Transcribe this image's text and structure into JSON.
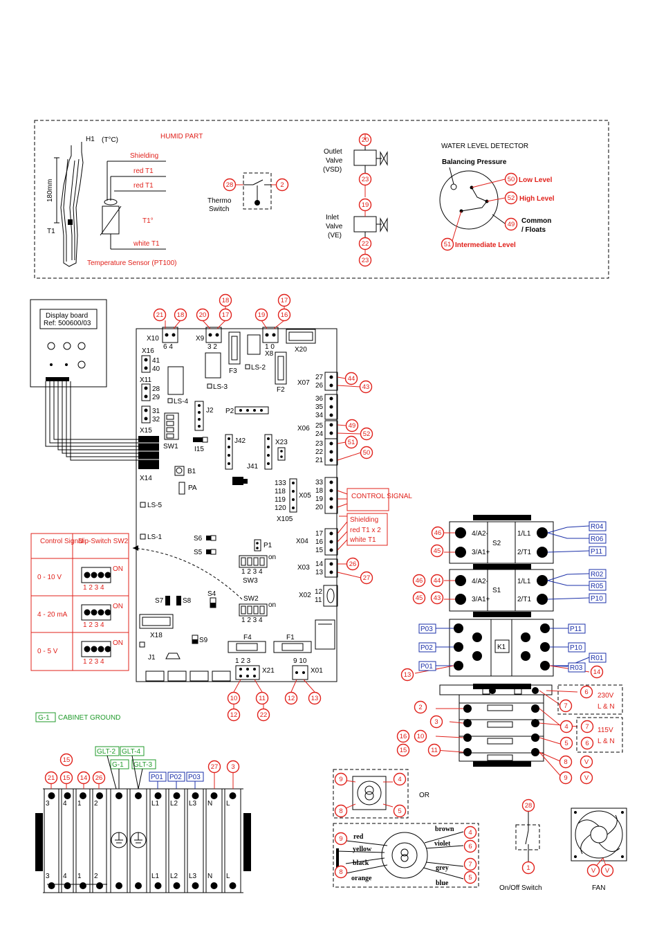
{
  "humid": {
    "title": "HUMID PART",
    "h1": "H1",
    "h1_sub": "(T°C)",
    "dim": "180mm",
    "t1": "T1",
    "t1_deg": "T1°",
    "shielding": "Shielding",
    "red_t1_a": "red T1",
    "red_t1_b": "red T1",
    "white_t1": "white T1",
    "sensor": "Temperature Sensor (PT100)",
    "thermo": "Thermo",
    "switch": "Switch",
    "outlet": "Outlet",
    "valve_a": "Valve",
    "vsd": "(VSD)",
    "inlet": "Inlet",
    "valve_b": "Valve",
    "ve": "(VE)",
    "wld": "WATER LEVEL DETECTOR",
    "balancing": "Balancing Pressure",
    "low": "Low Level",
    "high": "High Level",
    "common": "Common",
    "floats": "/ Floats",
    "intermediate": "Intermediate Level"
  },
  "board": {
    "display_a": "Display board",
    "display_b": "Ref: 500600/03",
    "labels": {
      "x10": "X10",
      "x10n": "6  4",
      "x9": "X9",
      "x9n": "3  2",
      "x8": "X8",
      "x8n": "1  0",
      "x20": "X20",
      "x16": "X16",
      "n41": "41",
      "n40": "40",
      "x11": "X11",
      "n28": "28",
      "n29": "29",
      "n31": "31",
      "n32": "32",
      "x15": "X15",
      "sw1": "SW1",
      "i15": "I15",
      "x14": "X14",
      "b1": "B1",
      "pa": "PA",
      "j2": "J2",
      "j42": "J42",
      "j41": "J41",
      "x23": "X23",
      "p2": "P2",
      "f3": "F3",
      "f2": "F2",
      "ls2": "LS-2",
      "ls3": "LS-3",
      "ls4": "LS-4",
      "ls5": "LS-5",
      "ls1": "LS-1",
      "x07": "X07",
      "n27": "27",
      "n26": "26",
      "n36": "36",
      "n35": "35",
      "n34": "34",
      "x06": "X06",
      "n25": "25",
      "n24": "24",
      "n23": "23",
      "n22": "22",
      "n21": "21",
      "n133": "133",
      "n118": "118",
      "n119": "119",
      "n120": "120",
      "x05": "X05",
      "x105": "X105",
      "n33": "33",
      "n18": "18",
      "n19": "19",
      "n20": "20",
      "x04": "X04",
      "n17": "17",
      "n16": "16",
      "n15": "15",
      "x03": "X03",
      "n14": "14",
      "n13": "13",
      "x02": "X02",
      "n12": "12",
      "n11": "11",
      "s6": "S6",
      "s5": "S5",
      "p1": "P1",
      "sw3": "SW3",
      "sw2": "SW2",
      "s4": "S4",
      "s7": "S7",
      "s8": "S8",
      "s9": "S9",
      "x18": "X18",
      "j1": "J1",
      "f4": "F4",
      "f1": "F1",
      "x21": "X21",
      "x21n": "1  2  3",
      "x01": "X01",
      "x01n": "9 10",
      "dip": "1 2 3 4",
      "on": "on"
    },
    "control_signal": "CONTROL SIGNAL",
    "shielding": "Shielding",
    "red_x2": "red T1 x 2",
    "white_t1": "white T1"
  },
  "table": {
    "h1": "Control Signal",
    "h2": "Dip-Switch SW2",
    "rows": [
      {
        "signal": "0 - 10 V",
        "on": "ON",
        "nums": "1 2 3 4"
      },
      {
        "signal": "4 - 20 mA",
        "on": "ON",
        "nums": "1 2 3 4"
      },
      {
        "signal": "0 - 5 V",
        "on": "ON",
        "nums": "1 2 3 4"
      }
    ]
  },
  "ground": {
    "tag": "G-1",
    "label": "CABINET GROUND"
  },
  "relays": {
    "s2": "S2",
    "s1": "S1",
    "a2": "4/A2-",
    "a1": "3/A1+",
    "l1": "1/L1",
    "t1": "2/T1",
    "tags": [
      "R04",
      "R06",
      "P11",
      "R02",
      "R05",
      "P10",
      "P03",
      "P02",
      "P01",
      "P11",
      "P10",
      "R01",
      "R03"
    ],
    "v230": "230V",
    "ln1": "L & N",
    "v115": "115V",
    "ln2": "L & N",
    "k1": "K1"
  },
  "terminals": {
    "tags_top": [
      "GLT-2",
      "GLT-4",
      "G-1",
      "GLT-3",
      "P01",
      "P02",
      "P03"
    ],
    "top": [
      "3",
      "4",
      "1",
      "2",
      "",
      "",
      "L1",
      "L2",
      "L3",
      "N",
      "L"
    ],
    "bottom": [
      "3",
      "4",
      "1",
      "2",
      "",
      "",
      "L1",
      "L2",
      "L3",
      "N",
      "L"
    ]
  },
  "transformer": {
    "or": "OR",
    "red": "red",
    "yellow": "yellow",
    "black": "black",
    "orange": "orange",
    "brown": "brown",
    "violet": "violet",
    "grey": "grey",
    "blue": "blue"
  },
  "switch": {
    "label": "On/Off Switch"
  },
  "fan": {
    "label": "FAN"
  },
  "circles": {
    "humid": [
      "20",
      "23",
      "19",
      "22",
      "23",
      "28",
      "2",
      "50",
      "52",
      "49",
      "51"
    ],
    "board_top": [
      "21",
      "18",
      "20",
      "17",
      "18",
      "19",
      "17",
      "16"
    ],
    "board_right": [
      "44",
      "43",
      "49",
      "52",
      "51",
      "50",
      "26",
      "27"
    ],
    "board_bottom": [
      "10",
      "11",
      "12",
      "13",
      "12",
      "22"
    ],
    "relay": [
      "46",
      "45",
      "46",
      "44",
      "45",
      "43",
      "13",
      "14"
    ],
    "term": [
      "6",
      "7",
      "2",
      "3",
      "4",
      "7",
      "5",
      "6",
      "16",
      "10",
      "15",
      "11",
      "8",
      "9"
    ],
    "v": "V",
    "grid": [
      "21",
      "15",
      "14",
      "26",
      "27",
      "3",
      "1"
    ],
    "trans": [
      "9",
      "4",
      "8",
      "5",
      "9",
      "4",
      "6",
      "7",
      "8",
      "5"
    ],
    "sw": [
      "28",
      "1"
    ]
  },
  "colors": {
    "red": "#e0201a",
    "blue": "#1a2fa8",
    "green": "#1f9a2a"
  }
}
